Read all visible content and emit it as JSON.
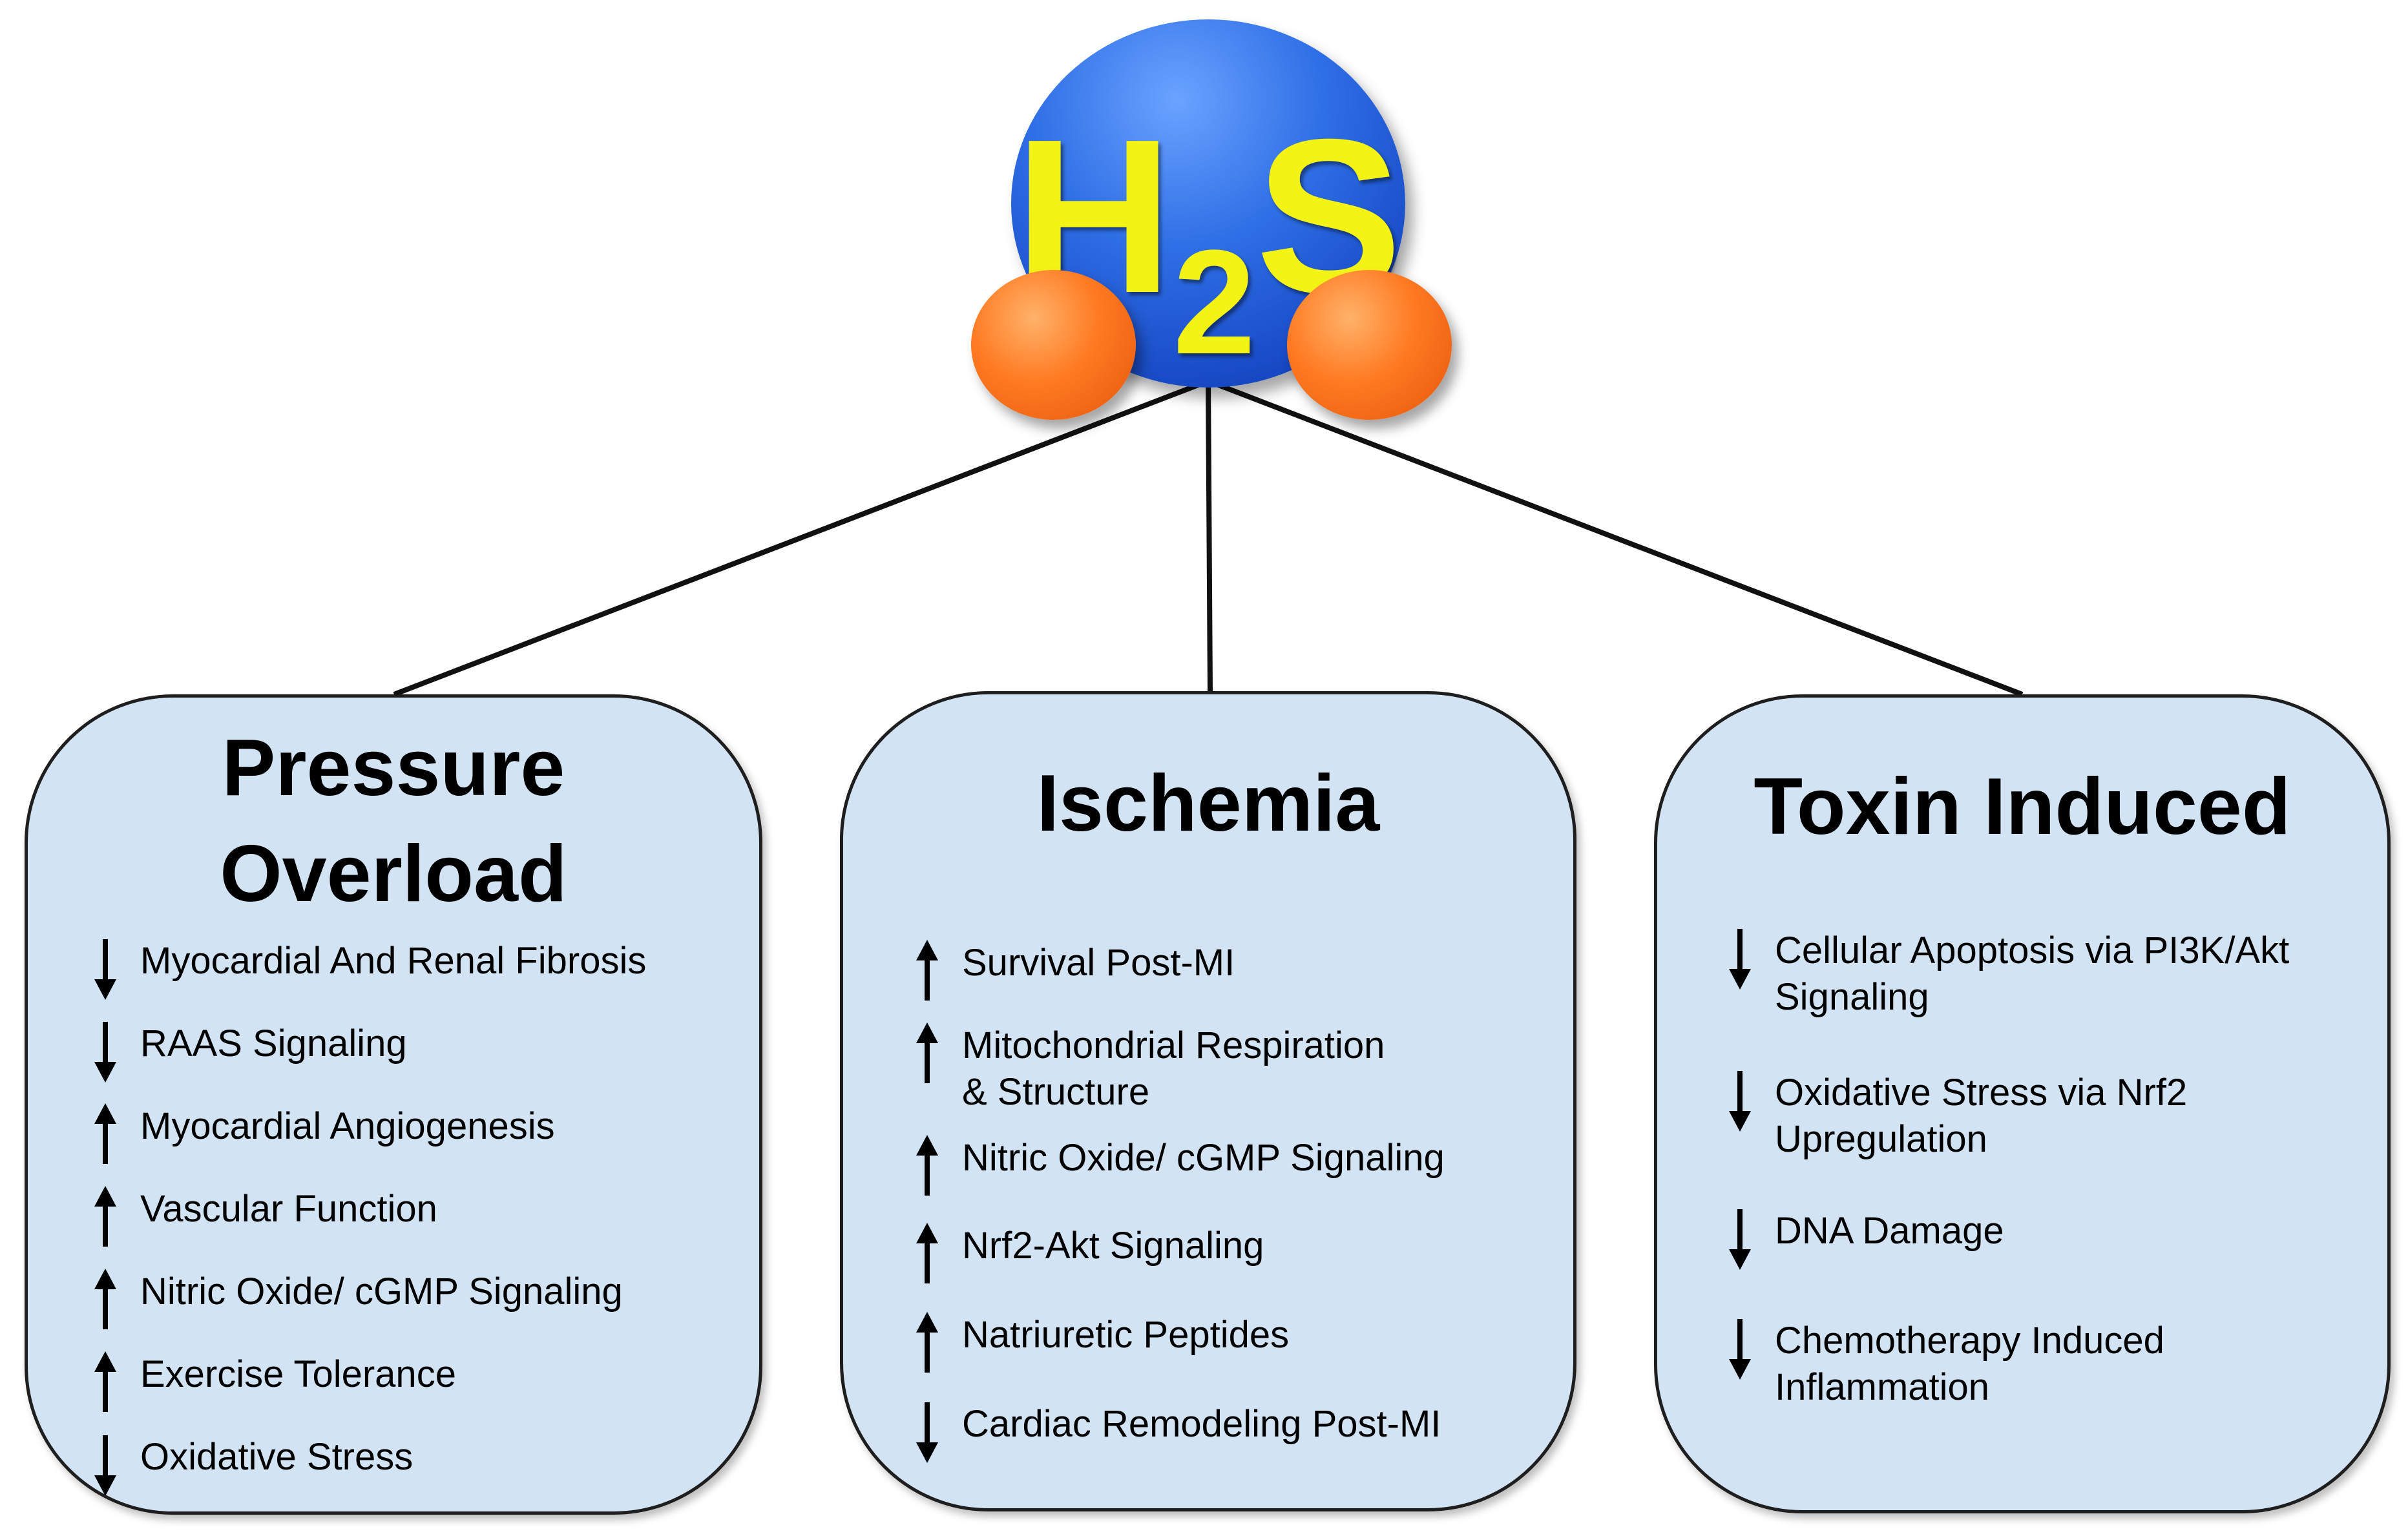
{
  "molecule": {
    "element_1": "H",
    "subscript": "2",
    "element_2": "S",
    "colors": {
      "sulfur": "#2f6fe6",
      "hydrogen": "#ff7a22",
      "formula_text": "#f3f316"
    }
  },
  "panels": [
    {
      "title": "Pressure\nOverload",
      "items": [
        {
          "direction": "down",
          "icon": "arrow-down-icon",
          "text": "Myocardial And Renal Fibrosis"
        },
        {
          "direction": "down",
          "icon": "arrow-down-icon",
          "text": "RAAS Signaling"
        },
        {
          "direction": "up",
          "icon": "arrow-up-icon",
          "text": "Myocardial Angiogenesis"
        },
        {
          "direction": "up",
          "icon": "arrow-up-icon",
          "text": "Vascular Function"
        },
        {
          "direction": "up",
          "icon": "arrow-up-icon",
          "text": "Nitric Oxide/ cGMP Signaling"
        },
        {
          "direction": "up",
          "icon": "arrow-up-icon",
          "text": "Exercise Tolerance"
        },
        {
          "direction": "down",
          "icon": "arrow-down-icon",
          "text": "Oxidative Stress"
        }
      ]
    },
    {
      "title": "Ischemia",
      "items": [
        {
          "direction": "up",
          "icon": "arrow-up-icon",
          "text": "Survival Post-MI"
        },
        {
          "direction": "up",
          "icon": "arrow-up-icon",
          "text": "Mitochondrial Respiration\n& Structure"
        },
        {
          "direction": "up",
          "icon": "arrow-up-icon",
          "text": "Nitric Oxide/ cGMP Signaling"
        },
        {
          "direction": "up",
          "icon": "arrow-up-icon",
          "text": "Nrf2-Akt Signaling"
        },
        {
          "direction": "up",
          "icon": "arrow-up-icon",
          "text": "Natriuretic Peptides"
        },
        {
          "direction": "down",
          "icon": "arrow-down-icon",
          "text": "Cardiac Remodeling Post-MI"
        }
      ]
    },
    {
      "title": "Toxin Induced",
      "items": [
        {
          "direction": "down",
          "icon": "arrow-down-icon",
          "text": "Cellular Apoptosis via PI3K/Akt\nSignaling"
        },
        {
          "direction": "down",
          "icon": "arrow-down-icon",
          "text": "Oxidative Stress via Nrf2\nUpregulation"
        },
        {
          "direction": "down",
          "icon": "arrow-down-icon",
          "text": "DNA Damage"
        },
        {
          "direction": "down",
          "icon": "arrow-down-icon",
          "text": "Chemotherapy Induced\nInflammation"
        }
      ]
    }
  ],
  "colors": {
    "panel_fill": "#d2e3f4",
    "panel_border": "#1e1e1e",
    "connector": "#111111"
  }
}
